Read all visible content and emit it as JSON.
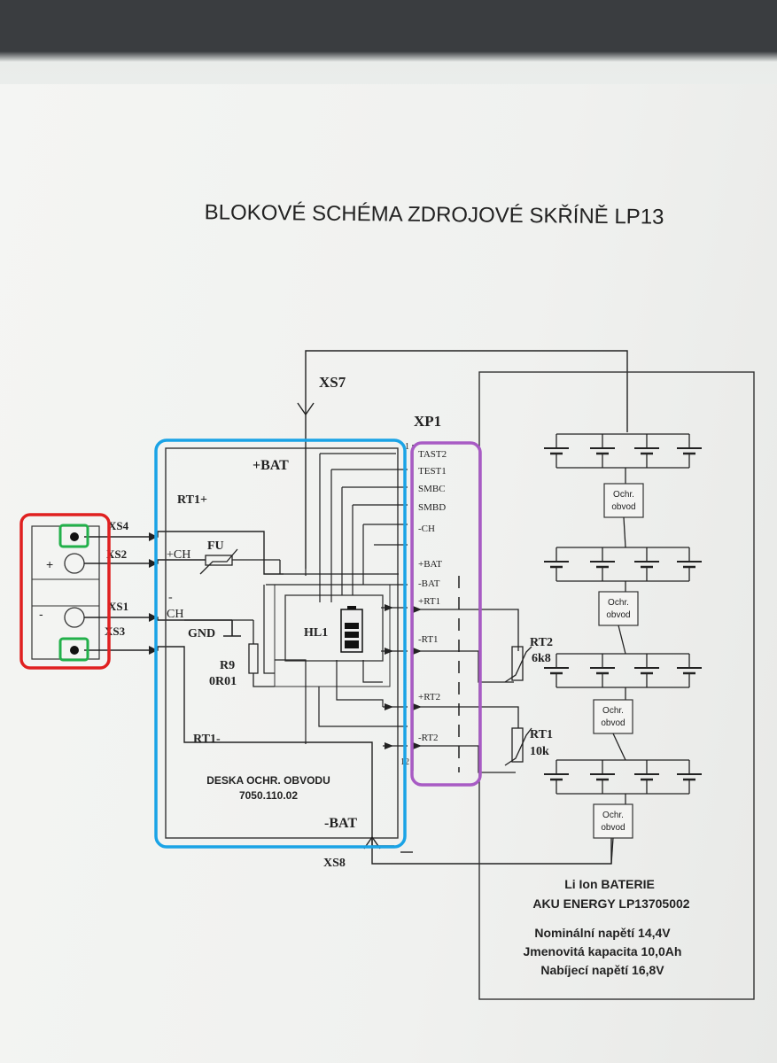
{
  "title": "BLOKOVÉ SCHÉMA ZDROJOVÉ SKŘÍNĚ LP13",
  "connectors": {
    "xs7": "XS7",
    "xs8": "XS8",
    "xs4": "XS4",
    "xs2": "XS2",
    "xs1": "XS1",
    "xs3": "XS3",
    "xp1": "XP1",
    "plus_sign": "+",
    "minus_sign": "-"
  },
  "board": {
    "plus_bat": "+BAT",
    "minus_bat": "-BAT",
    "rt1_plus": "RT1+",
    "rt1_minus": "RT1-",
    "plus_ch": "+CH",
    "minus_ch": "-",
    "ch": "CH",
    "fu": "FU",
    "gnd": "GND",
    "r9": "R9",
    "r9_value": "0R01",
    "hl1": "HL1",
    "name_line1": "DESKA OCHR. OBVODU",
    "name_line2": "7050.110.02"
  },
  "xp1_pins": [
    "TAST2",
    "TEST1",
    "SMBC",
    "SMBD",
    "-CH",
    "+BAT",
    "-BAT",
    "+RT1",
    "-RT1",
    "+RT2",
    "-RT2"
  ],
  "xp1_pin_numbers": {
    "first": "1",
    "last": "12"
  },
  "battery": {
    "ochr_line1": "Ochr.",
    "ochr_line2": "obvod",
    "rt2": "RT2",
    "rt2_value": "6k8",
    "rt1": "RT1",
    "rt1_value": "10k",
    "name_line1": "Li Ion BATERIE",
    "name_line2": "AKU ENERGY LP13705002",
    "spec_line1": "Nominální napětí 14,4V",
    "spec_line2": "Jmenovitá kapacita 10,0Ah",
    "spec_line3": "Nabíjecí napětí 16,8V"
  },
  "highlights": {
    "red": "#e02020",
    "blue": "#1aa3e6",
    "purple": "#a85bc4",
    "green": "#22b04a"
  }
}
